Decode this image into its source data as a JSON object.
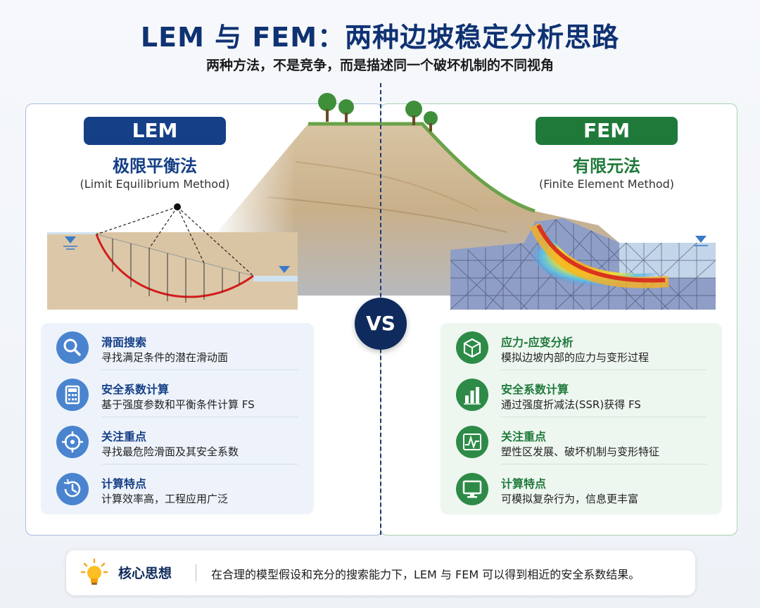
{
  "title": "LEM 与 FEM：两种边坡稳定分析思路",
  "subtitle": "两种方法，不是竞争，而是描述同一个破坏机制的不同视角",
  "vs_label": "VS",
  "lem": {
    "badge": "LEM",
    "name_cn": "极限平衡法",
    "name_en": "(Limit Equilibrium Method)",
    "accent": "#153f86",
    "features": [
      {
        "icon": "magnifier-icon",
        "title": "滑面搜索",
        "desc": "寻找满足条件的潜在滑动面"
      },
      {
        "icon": "calculator-icon",
        "title": "安全系数计算",
        "desc": "基于强度参数和平衡条件计算 FS"
      },
      {
        "icon": "crosshair-icon",
        "title": "关注重点",
        "desc": "寻找最危险滑面及其安全系数"
      },
      {
        "icon": "clock-icon",
        "title": "计算特点",
        "desc": "计算效率高，工程应用广泛"
      }
    ]
  },
  "fem": {
    "badge": "FEM",
    "name_cn": "有限元法",
    "name_en": "(Finite Element Method)",
    "accent": "#1f7a3a",
    "features": [
      {
        "icon": "cube-icon",
        "title": "应力-应变分析",
        "desc": "模拟边坡内部的应力与变形过程"
      },
      {
        "icon": "bar-chart-icon",
        "title": "安全系数计算",
        "desc": "通过强度折减法(SSR)获得 FS"
      },
      {
        "icon": "waveform-icon",
        "title": "关注重点",
        "desc": "塑性区发展、破坏机制与变形特征"
      },
      {
        "icon": "monitor-icon",
        "title": "计算特点",
        "desc": "可模拟复杂行为，信息更丰富"
      }
    ]
  },
  "core": {
    "title": "核心思想",
    "text": "在合理的模型假设和充分的搜索能力下，LEM 与 FEM 可以得到相近的安全系数结果。"
  }
}
